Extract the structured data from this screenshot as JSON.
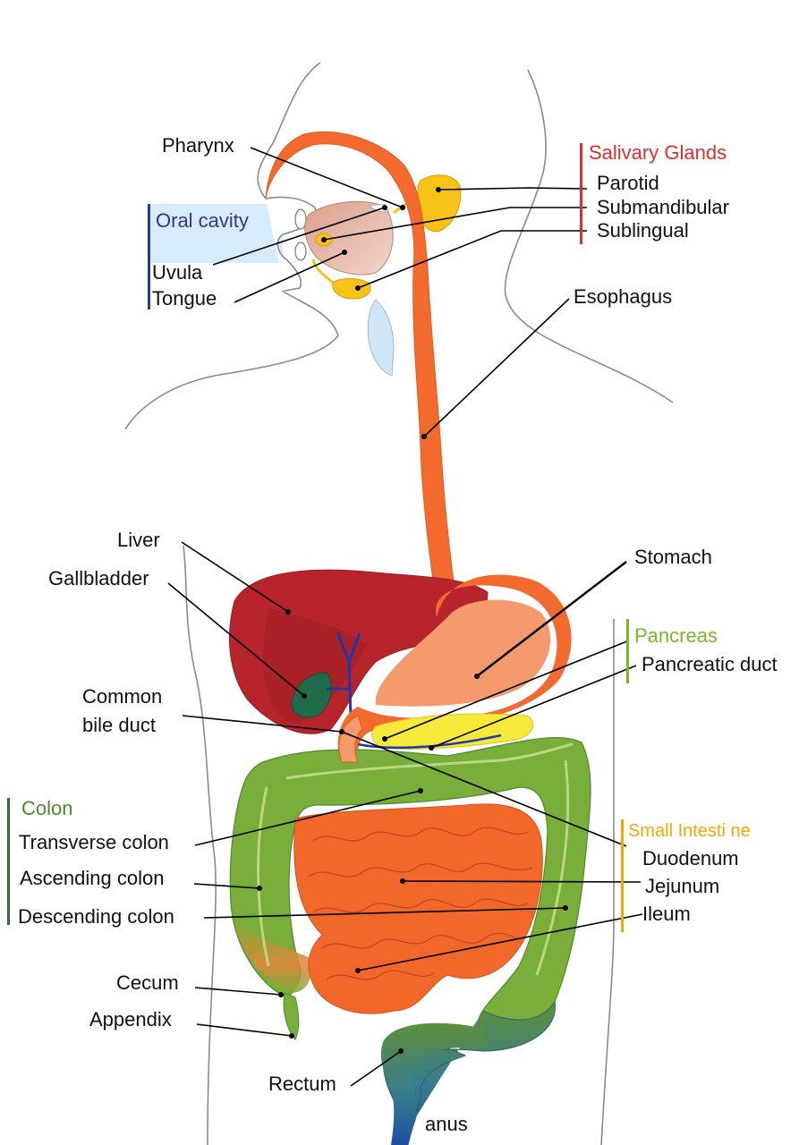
{
  "colors": {
    "salivary": "#d9302f",
    "oral": "#2b3a8f",
    "oral_bg": "#d6ecfb",
    "pancreas": "#7ab52a",
    "colon": "#4f8a2a",
    "colon_bar": "#2f6e3c",
    "small_intestine": "#f5a700",
    "esophagus": "#f26a2d",
    "liver": "#b8242c",
    "gallbladder": "#1f6b4a",
    "stomach": "#f49a6c",
    "pancreas_fill": "#f6e93a",
    "intestine": "#f2672a",
    "colon_fill": "#7aae3a",
    "rectum": "#3a7e8c",
    "anus": "#1d4fa0",
    "duct": "#2336a8",
    "outline": "#888888",
    "text": "#111111"
  },
  "groups": {
    "salivary": "Salivary Glands",
    "oral": "Oral cavity",
    "pancreas": "Pancreas",
    "colon": "Colon",
    "small_intestine": "Small Intesti ne"
  },
  "labels": {
    "pharynx": "Pharynx",
    "parotid": "Parotid",
    "submandibular": "Submandibular",
    "sublingual": "Sublingual",
    "uvula": "Uvula",
    "tongue": "Tongue",
    "esophagus": "Esophagus",
    "liver": "Liver",
    "gallbladder": "Gallbladder",
    "stomach": "Stomach",
    "pancreatic_duct": "Pancreatic duct",
    "common_bile_duct_1": "Common",
    "common_bile_duct_2": "bile duct",
    "transverse_colon": "Transverse colon",
    "ascending_colon": "Ascending colon",
    "descending_colon": "Descending colon",
    "duodenum": "Duodenum",
    "jejunum": "Jejunum",
    "ileum": "Ileum",
    "cecum": "Cecum",
    "appendix": "Appendix",
    "rectum": "Rectum",
    "anus": "anus"
  }
}
